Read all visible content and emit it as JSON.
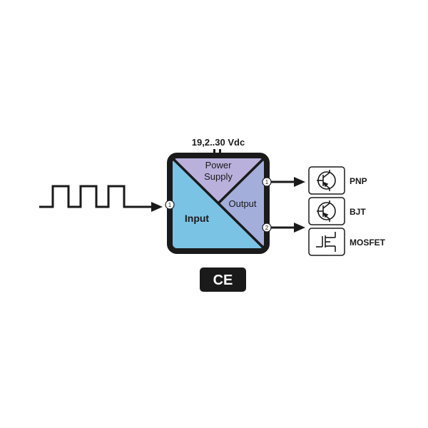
{
  "supply": {
    "voltage": "19,2..30 Vdc"
  },
  "module": {
    "power_supply_line1": "Power",
    "power_supply_line2": "Supply",
    "input_label": "Input",
    "output_label": "Output",
    "input_pin": "1",
    "output_pin1": "1",
    "output_pin2": "2"
  },
  "outputs": [
    {
      "label": "PNP",
      "icon": "pnp-transistor-icon"
    },
    {
      "label": "BJT",
      "icon": "bjt-transistor-icon"
    },
    {
      "label": "MOSFET",
      "icon": "mosfet-icon"
    }
  ],
  "ce_mark": {
    "text": "CE"
  },
  "colors": {
    "input": "#7bc3e4",
    "power_supply": "#b9b1dc",
    "output": "#a4aedb",
    "frame": "#1a1a1a"
  }
}
